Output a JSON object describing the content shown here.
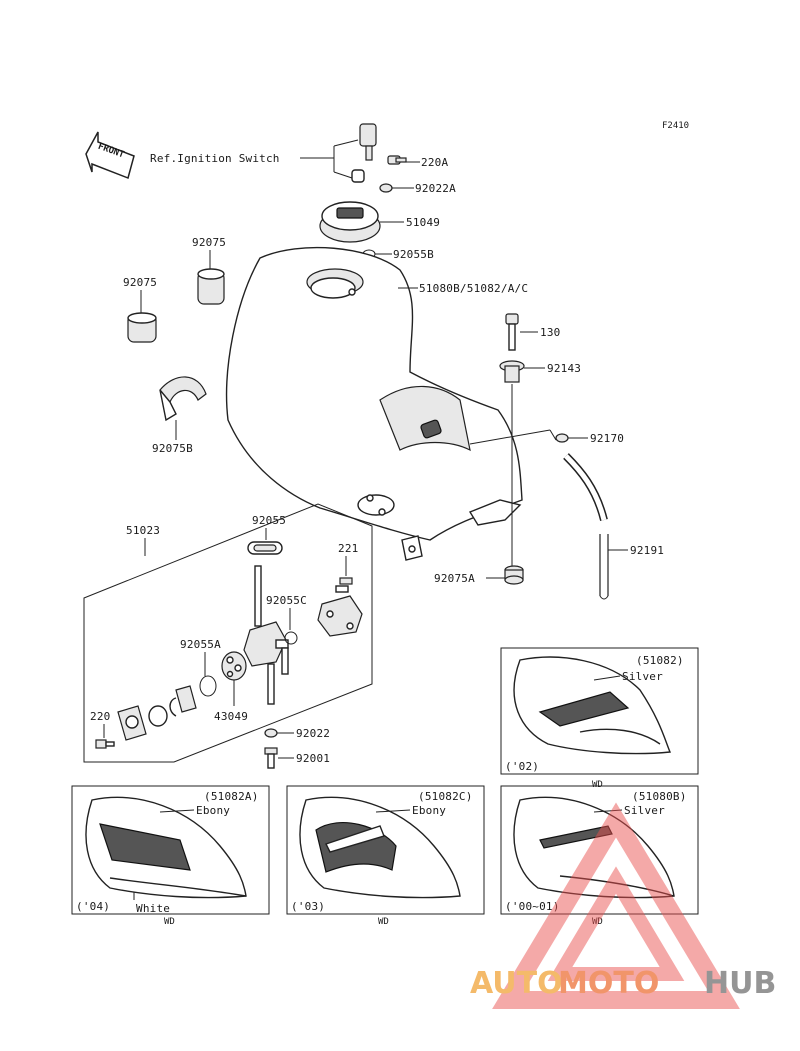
{
  "diagram": {
    "figure_code": "F2410",
    "front_arrow": "FRONT",
    "ignition_ref": "Ref.Ignition Switch",
    "parts": {
      "p220A": "220A",
      "p92022A": "92022A",
      "p51049": "51049",
      "p92055B": "92055B",
      "p51080B": "51080B/51082/A/C",
      "p92075_top": "92075",
      "p92075_left": "92075",
      "p92075B": "92075B",
      "p130": "130",
      "p92143": "92143",
      "p92170": "92170",
      "p92191": "92191",
      "p92075A": "92075A",
      "p51023": "51023",
      "p92055": "92055",
      "p221": "221",
      "p92055C": "92055C",
      "p92055A": "92055A",
      "p43049": "43049",
      "p220": "220",
      "p92022": "92022",
      "p92001": "92001"
    },
    "variants": {
      "v51082": {
        "part": "(51082)",
        "color": "Silver",
        "year": "('02)",
        "wd": "WD"
      },
      "v51082A": {
        "part": "(51082A)",
        "color": "Ebony",
        "color2": "White",
        "year": "('04)",
        "wd": "WD"
      },
      "v51082C": {
        "part": "(51082C)",
        "color": "Ebony",
        "year": "('03)",
        "wd": "WD"
      },
      "v51080B": {
        "part": "(51080B)",
        "color": "Silver",
        "year": "('00~01)",
        "wd": "WD"
      }
    }
  },
  "watermark": {
    "auto": "AUTO",
    "moto": "MOTO",
    "hub": "HUB",
    "colors": {
      "auto": "#f3b35a",
      "moto": "#f08a5a",
      "hub": "#8a8a8a",
      "triangle": "#e9504f"
    }
  }
}
